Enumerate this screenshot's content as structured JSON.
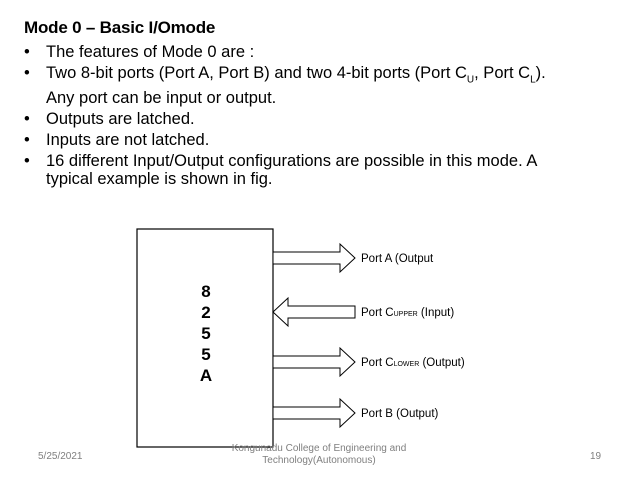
{
  "slide": {
    "title": "Mode 0 – Basic I/Omode",
    "bullets": [
      "The features of Mode 0 are :",
      {
        "pre": "Two 8-bit ports (Port A, Port B) and two 4-bit ports (Port C",
        "sub1": "U",
        "mid": ", Port C",
        "sub2": "L",
        "post": ").",
        "line2": "Any port can be input or output."
      },
      " Outputs are latched.",
      " Inputs are not latched.",
      {
        "line1": " 16 different Input/Output configurations are possible in this mode. A",
        "line2": "typical example is shown in fig."
      }
    ],
    "bullet_symbol": "•"
  },
  "diagram": {
    "chip_label": [
      "8",
      "2",
      "5",
      "5",
      "A"
    ],
    "ports": [
      {
        "prefix": "Port A",
        "suffix": " (Output",
        "direction": "output"
      },
      {
        "prefix": "Port C",
        "sub": "UPPER",
        "suffix": " (Input)",
        "direction": "input"
      },
      {
        "prefix": "Port C",
        "sub": "LOWER",
        "suffix": " (Output)",
        "direction": "output"
      },
      {
        "prefix": "Port B",
        "suffix": " (Output)",
        "direction": "output"
      }
    ]
  },
  "footer": {
    "date": "5/25/2021",
    "institution_line1": "Kongunadu College of Engineering and",
    "institution_line2": "Technology(Autonomous)",
    "page": "19"
  }
}
